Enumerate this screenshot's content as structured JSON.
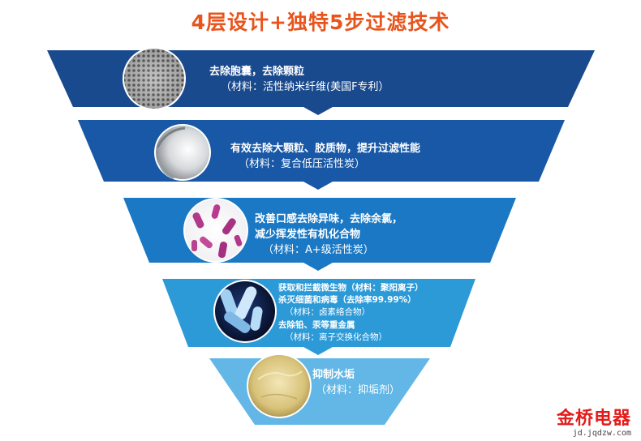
{
  "title": "4层设计+独特5步过滤技术",
  "colors": {
    "title": "#e8541c",
    "layer1": "#1a4a8e",
    "layer2": "#1858a6",
    "layer3": "#1a78c4",
    "layer4": "#2d9ad8",
    "layer5": "#62b7e6",
    "brand": "#e31b1b"
  },
  "layers": [
    {
      "lines": [
        "去除胞囊，去除颗粒"
      ],
      "material": "（材料：活性纳米纤维(美国F专利）",
      "image": "nanofiber-micrograph-icon"
    },
    {
      "lines": [
        "有效去除大颗粒、胶质物，提升过滤性能"
      ],
      "material": "（材料：复合低压活性炭）",
      "image": "carbon-surface-icon"
    },
    {
      "lines": [
        "改善口感去除异味，去除余氯，",
        "减少挥发性有机化合物"
      ],
      "material": "（材料：A+级活性炭）",
      "image": "microbes-icon"
    },
    {
      "lines": [
        "获取和拦截微生物（材料：聚阳离子）",
        "杀灭细菌和病毒（去除率99.99%）"
      ],
      "material": "（材料：卤素络合物）",
      "extra_line": "去除铅、汞等重金属",
      "extra_material": "（材料：离子交换化合物）",
      "image": "bacteria-icon"
    },
    {
      "lines": [
        "抑制水垢"
      ],
      "material": "（材料：抑垢剂）",
      "image": "scale-crystal-icon"
    }
  ],
  "brand": {
    "name": "金桥电器",
    "url": "jd.jqdzw.com"
  }
}
